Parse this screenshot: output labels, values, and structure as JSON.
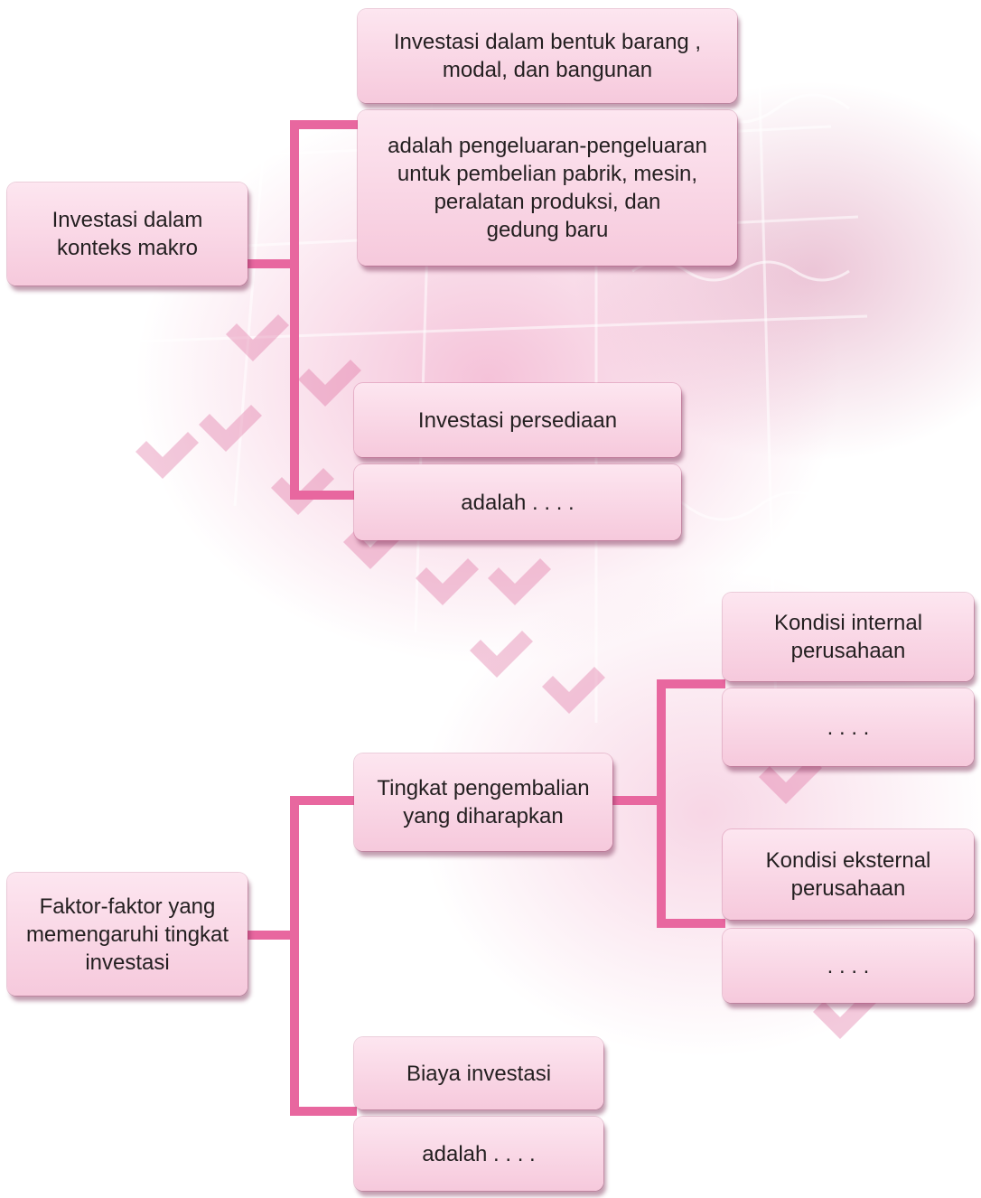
{
  "colors": {
    "connector": "#e8679f",
    "box_fill": "#fbdbe9",
    "text": "#231f20"
  },
  "section1": {
    "root": "Investasi dalam\nkonteks makro",
    "branch1_title": "Investasi dalam bentuk barang ,\nmodal, dan bangunan",
    "branch1_def": "adalah pengeluaran-pengeluaran\nuntuk pembelian pabrik, mesin,\nperalatan produksi, dan\ngedung baru",
    "branch2_title": "Investasi persediaan",
    "branch2_def": "adalah . . . ."
  },
  "section2": {
    "root": "Faktor-faktor yang\nmemengaruhi tingkat\ninvestasi",
    "factor1": "Tingkat pengembalian\nyang diharapkan",
    "sub1_title": "Kondisi internal\nperusahaan",
    "sub1_def": ". . . .",
    "sub2_title": "Kondisi eksternal\nperusahaan",
    "sub2_def": ". . . .",
    "factor2_title": "Biaya investasi",
    "factor2_def": "adalah . . . ."
  }
}
